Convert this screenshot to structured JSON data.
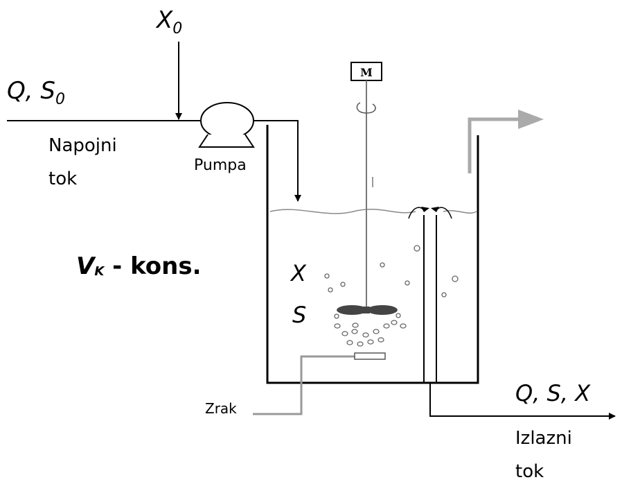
{
  "labels": {
    "inlet_flow": {
      "main": "Q, S",
      "sub": "0"
    },
    "inoculum": {
      "main": "X",
      "sub": "0"
    },
    "feed_line1": "Napojni",
    "feed_line2": "tok",
    "pump": "Pumpa",
    "motor": "M",
    "volume_main": "V",
    "volume_sub": "K",
    "volume_rest": " - kons.",
    "reactor_x": "X",
    "reactor_s": "S",
    "air": "Zrak",
    "outlet_flow": "Q, S, X",
    "outlet_line1": "Izlazni",
    "outlet_line2": "tok"
  },
  "colors": {
    "line": "#000000",
    "gray_line": "#999999",
    "outflow_arrow": "#aaaaaa",
    "impeller": "#444444"
  }
}
